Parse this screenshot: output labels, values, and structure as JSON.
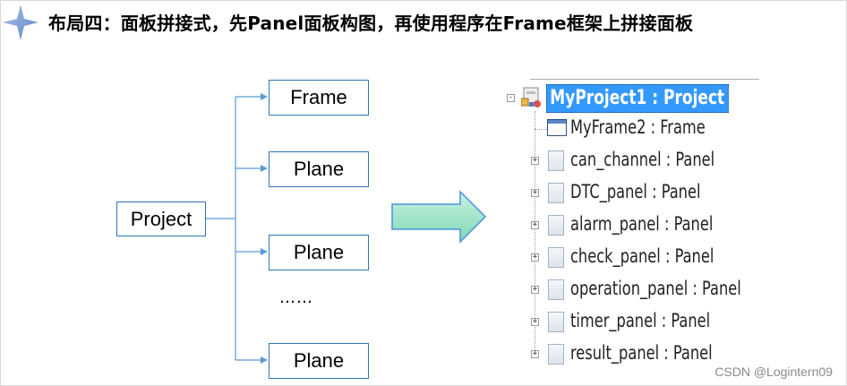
{
  "title": "布局四：面板拼接式，先Panel面板构图，再使用程序在Frame框架上拼接面板",
  "diagram": {
    "root": "Project",
    "children": [
      "Frame",
      "Plane",
      "Plane",
      "Plane"
    ],
    "ellipsis": "……"
  },
  "tree": {
    "root_label": "MyProject1 : Project",
    "items": [
      {
        "label": "MyFrame2 : Frame",
        "icon": "frame-window-icon",
        "expandable": false
      },
      {
        "label": "can_channel : Panel",
        "icon": "panel-icon",
        "expandable": true
      },
      {
        "label": "DTC_panel : Panel",
        "icon": "panel-icon",
        "expandable": true
      },
      {
        "label": "alarm_panel : Panel",
        "icon": "panel-icon",
        "expandable": true
      },
      {
        "label": "check_panel : Panel",
        "icon": "panel-icon",
        "expandable": true
      },
      {
        "label": "operation_panel : Panel",
        "icon": "panel-icon",
        "expandable": true
      },
      {
        "label": "timer_panel : Panel",
        "icon": "panel-icon",
        "expandable": true
      },
      {
        "label": "result_panel : Panel",
        "icon": "panel-icon",
        "expandable": true
      }
    ],
    "expander_collapsed": "-",
    "expander_expanded": "+"
  },
  "watermark": "CSDN @Logintern09",
  "colors": {
    "node_border": "#2e75b6",
    "connector": "#5b9bd5",
    "arrow_fill_top": "#c9f1e1",
    "arrow_fill_bottom": "#7fd9b5",
    "arrow_stroke": "#4a90d9",
    "selection": "#3399ff",
    "star": "#7f9fd4"
  }
}
